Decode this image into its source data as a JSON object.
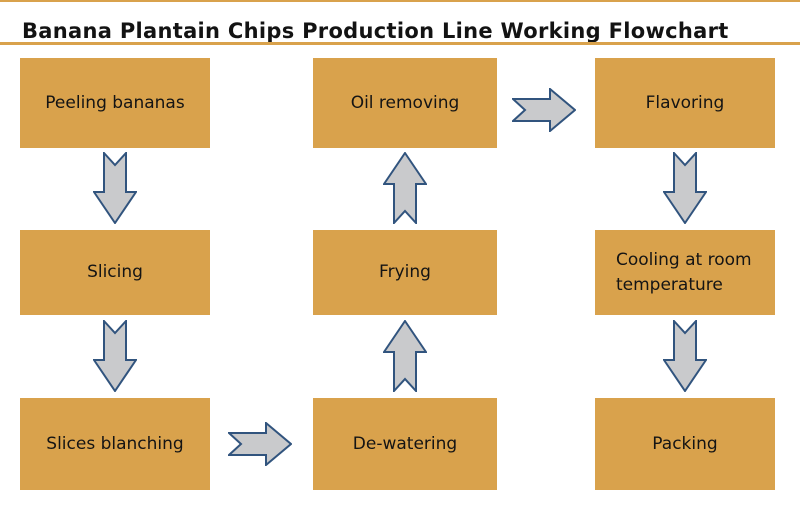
{
  "title": "Banana Plantain Chips Production Line Working Flowchart",
  "colors": {
    "background": "#ffffff",
    "rule": "#d9a24c",
    "title_text": "#131313",
    "box_fill": "#d9a24c",
    "box_text": "#141414",
    "arrow_fill": "#c9cacc",
    "arrow_stroke": "#31547e"
  },
  "flow": {
    "nodes": [
      {
        "id": "peeling-bananas",
        "label": "Peeling bananas"
      },
      {
        "id": "slicing",
        "label": "Slicing"
      },
      {
        "id": "slices-blanching",
        "label": "Slices blanching"
      },
      {
        "id": "de-watering",
        "label": "De-watering"
      },
      {
        "id": "frying",
        "label": "Frying"
      },
      {
        "id": "oil-removing",
        "label": "Oil removing"
      },
      {
        "id": "flavoring",
        "label": "Flavoring"
      },
      {
        "id": "cooling",
        "label": "Cooling at room temperature"
      },
      {
        "id": "packing",
        "label": "Packing"
      }
    ],
    "connections": [
      {
        "from": "Peeling bananas",
        "to": "Slicing",
        "direction": "down"
      },
      {
        "from": "Slicing",
        "to": "Slices blanching",
        "direction": "down"
      },
      {
        "from": "Slices blanching",
        "to": "De-watering",
        "direction": "right"
      },
      {
        "from": "De-watering",
        "to": "Frying",
        "direction": "up"
      },
      {
        "from": "Frying",
        "to": "Oil removing",
        "direction": "up"
      },
      {
        "from": "Oil removing",
        "to": "Flavoring",
        "direction": "right"
      },
      {
        "from": "Flavoring",
        "to": "Cooling at room temperature",
        "direction": "down"
      },
      {
        "from": "Cooling at room temperature",
        "to": "Packing",
        "direction": "down"
      }
    ]
  }
}
